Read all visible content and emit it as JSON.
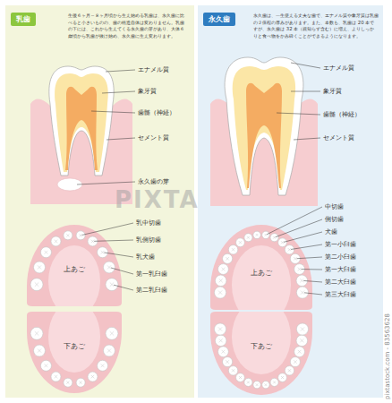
{
  "diagram": {
    "nodes": [
      {
        "text": [
          "生後６ヶ月～８ヶ月頃から生え始める乳歯は、永久歯に比べると小さいものの、歯の構造自体は変わりません。乳歯の下には、これから生えてくる永久歯の芽があり、大体６歳頃から乳歯が抜け始め、永久歯に生え変わります。"
        ]
      },
      {
        "text": [
          "乳歯"
        ],
        "in": 0
      },
      {
        "text": [
          "上あご"
        ],
        "in": 0
      },
      {
        "text": [
          "下あご"
        ],
        "in": 0
      },
      {
        "text": [
          "永久歯は、一生使える丈夫な歯で、エナメル質や象牙質は乳歯の２倍程の厚みがあります。また、本数も、乳歯は 20 本ですが、永久歯は 32 本（親知らず含む）に増え、よりしっかりと食べ物をかみ砕くことができるようになります。"
        ]
      },
      {
        "text": [
          "永久歯"
        ],
        "in": 4
      },
      {
        "text": [
          "上あご"
        ],
        "in": 4
      },
      {
        "text": [
          "下あご"
        ],
        "in": 4
      }
    ],
    "labels": [
      "エナメル質",
      "象牙質",
      "歯髄（神経）",
      "セメント質",
      "永久歯の芽",
      "乳中切歯",
      "乳側切歯",
      "乳犬歯",
      "第一乳臼歯",
      "第二乳臼歯",
      "エナメル質",
      "象牙質",
      "歯髄（神経）",
      "セメント質",
      "中切歯",
      "側切歯",
      "犬歯",
      "第一小臼歯",
      "第二小臼歯",
      "第一大臼歯",
      "第二大臼歯",
      "第三大臼歯",
      "PIXTA",
      "pixtastock.com - 83563628"
    ]
  }
}
